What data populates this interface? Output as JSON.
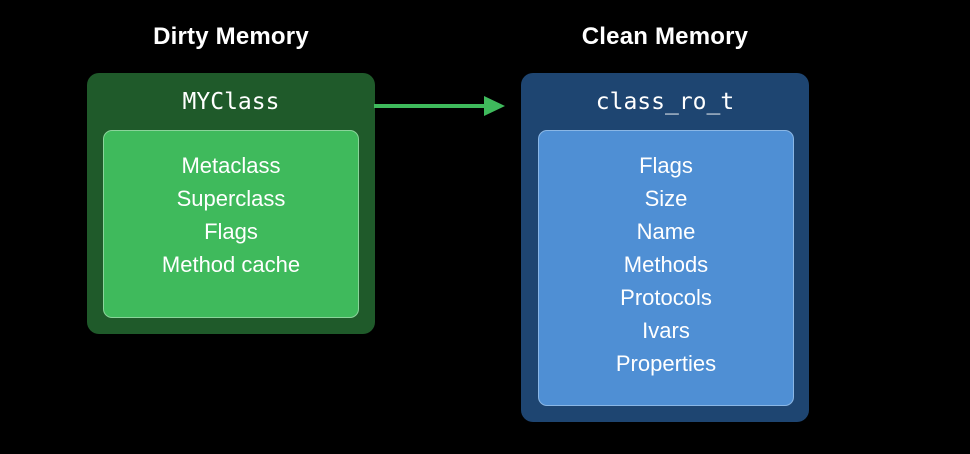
{
  "dirty_memory": {
    "heading": "Dirty Memory",
    "box_title": "MYClass",
    "fields": [
      "Metaclass",
      "Superclass",
      "Flags",
      "Method cache"
    ]
  },
  "clean_memory": {
    "heading": "Clean Memory",
    "box_title": "class_ro_t",
    "fields": [
      "Flags",
      "Size",
      "Name",
      "Methods",
      "Protocols",
      "Ivars",
      "Properties"
    ]
  },
  "colors": {
    "background": "#000000",
    "dirty_outer": "#1f5a2a",
    "dirty_inner": "#3fba5c",
    "clean_outer": "#1e4571",
    "clean_inner": "#4f8fd4",
    "arrow": "#3fba5c"
  }
}
